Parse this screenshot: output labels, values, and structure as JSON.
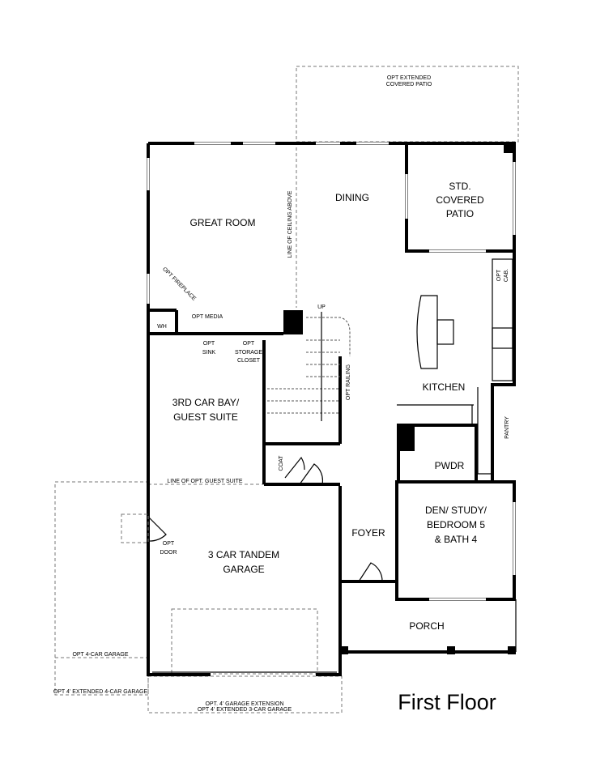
{
  "title": "First Floor",
  "rooms": {
    "great_room": "GREAT ROOM",
    "dining": "DINING",
    "patio": [
      "STD.",
      "COVERED",
      "PATIO"
    ],
    "kitchen": "KITCHEN",
    "pantry": "PANTRY",
    "pwdr": "PWDR",
    "den": [
      "DEN/ STUDY/",
      "BEDROOM 5",
      "& BATH 4"
    ],
    "foyer": "FOYER",
    "porch": "PORCH",
    "garage": [
      "3 CAR TANDEM",
      "GARAGE"
    ],
    "guest_suite": [
      "3RD CAR BAY/",
      "GUEST SUITE"
    ],
    "coat": "COAT",
    "wh": "WH"
  },
  "notes": {
    "opt_extended_patio": [
      "OPT EXTENDED",
      "COVERED PATIO"
    ],
    "line_of_ceiling": "LINE OF CEILING ABOVE",
    "opt_fireplace": "OPT FIREPLACE",
    "opt_media": "OPT MEDIA",
    "opt_sink": [
      "OPT",
      "SINK"
    ],
    "opt_storage": [
      "OPT",
      "STORAGE",
      "CLOSET"
    ],
    "up": "UP",
    "opt_railing": "OPT RAILING",
    "opt_cab": [
      "OPT",
      "CAB."
    ],
    "line_guest_suite": "LINE OF OPT. GUEST  SUITE",
    "opt_door": [
      "OPT",
      "DOOR"
    ],
    "opt_4car": "OPT 4-CAR GARAGE",
    "opt_ext_4car": "OPT 4' EXTENDED 4-CAR GARAGE",
    "opt_garage_ext": "OPT. 4' GARAGE EXTENSION",
    "opt_ext_3car": "OPT 4' EXTENDED 3-CAR GARAGE"
  }
}
